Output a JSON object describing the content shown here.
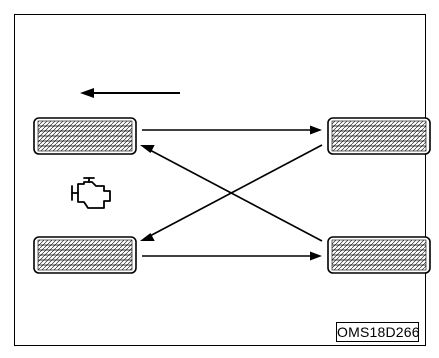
{
  "diagram": {
    "figure_code": "OMS18D266",
    "front_direction_icon": "arrow-left-icon",
    "engine_icon": "engine-icon",
    "tires": [
      {
        "position": "front-left"
      },
      {
        "position": "front-right"
      },
      {
        "position": "rear-left"
      },
      {
        "position": "rear-right"
      }
    ],
    "rotation_arrows": [
      {
        "from": "front-left",
        "to": "front-right"
      },
      {
        "from": "front-right",
        "to": "rear-left"
      },
      {
        "from": "rear-left",
        "to": "rear-right"
      },
      {
        "from": "rear-right",
        "to": "front-left"
      }
    ],
    "colors": {
      "ink": "#000000",
      "background": "#ffffff"
    }
  }
}
